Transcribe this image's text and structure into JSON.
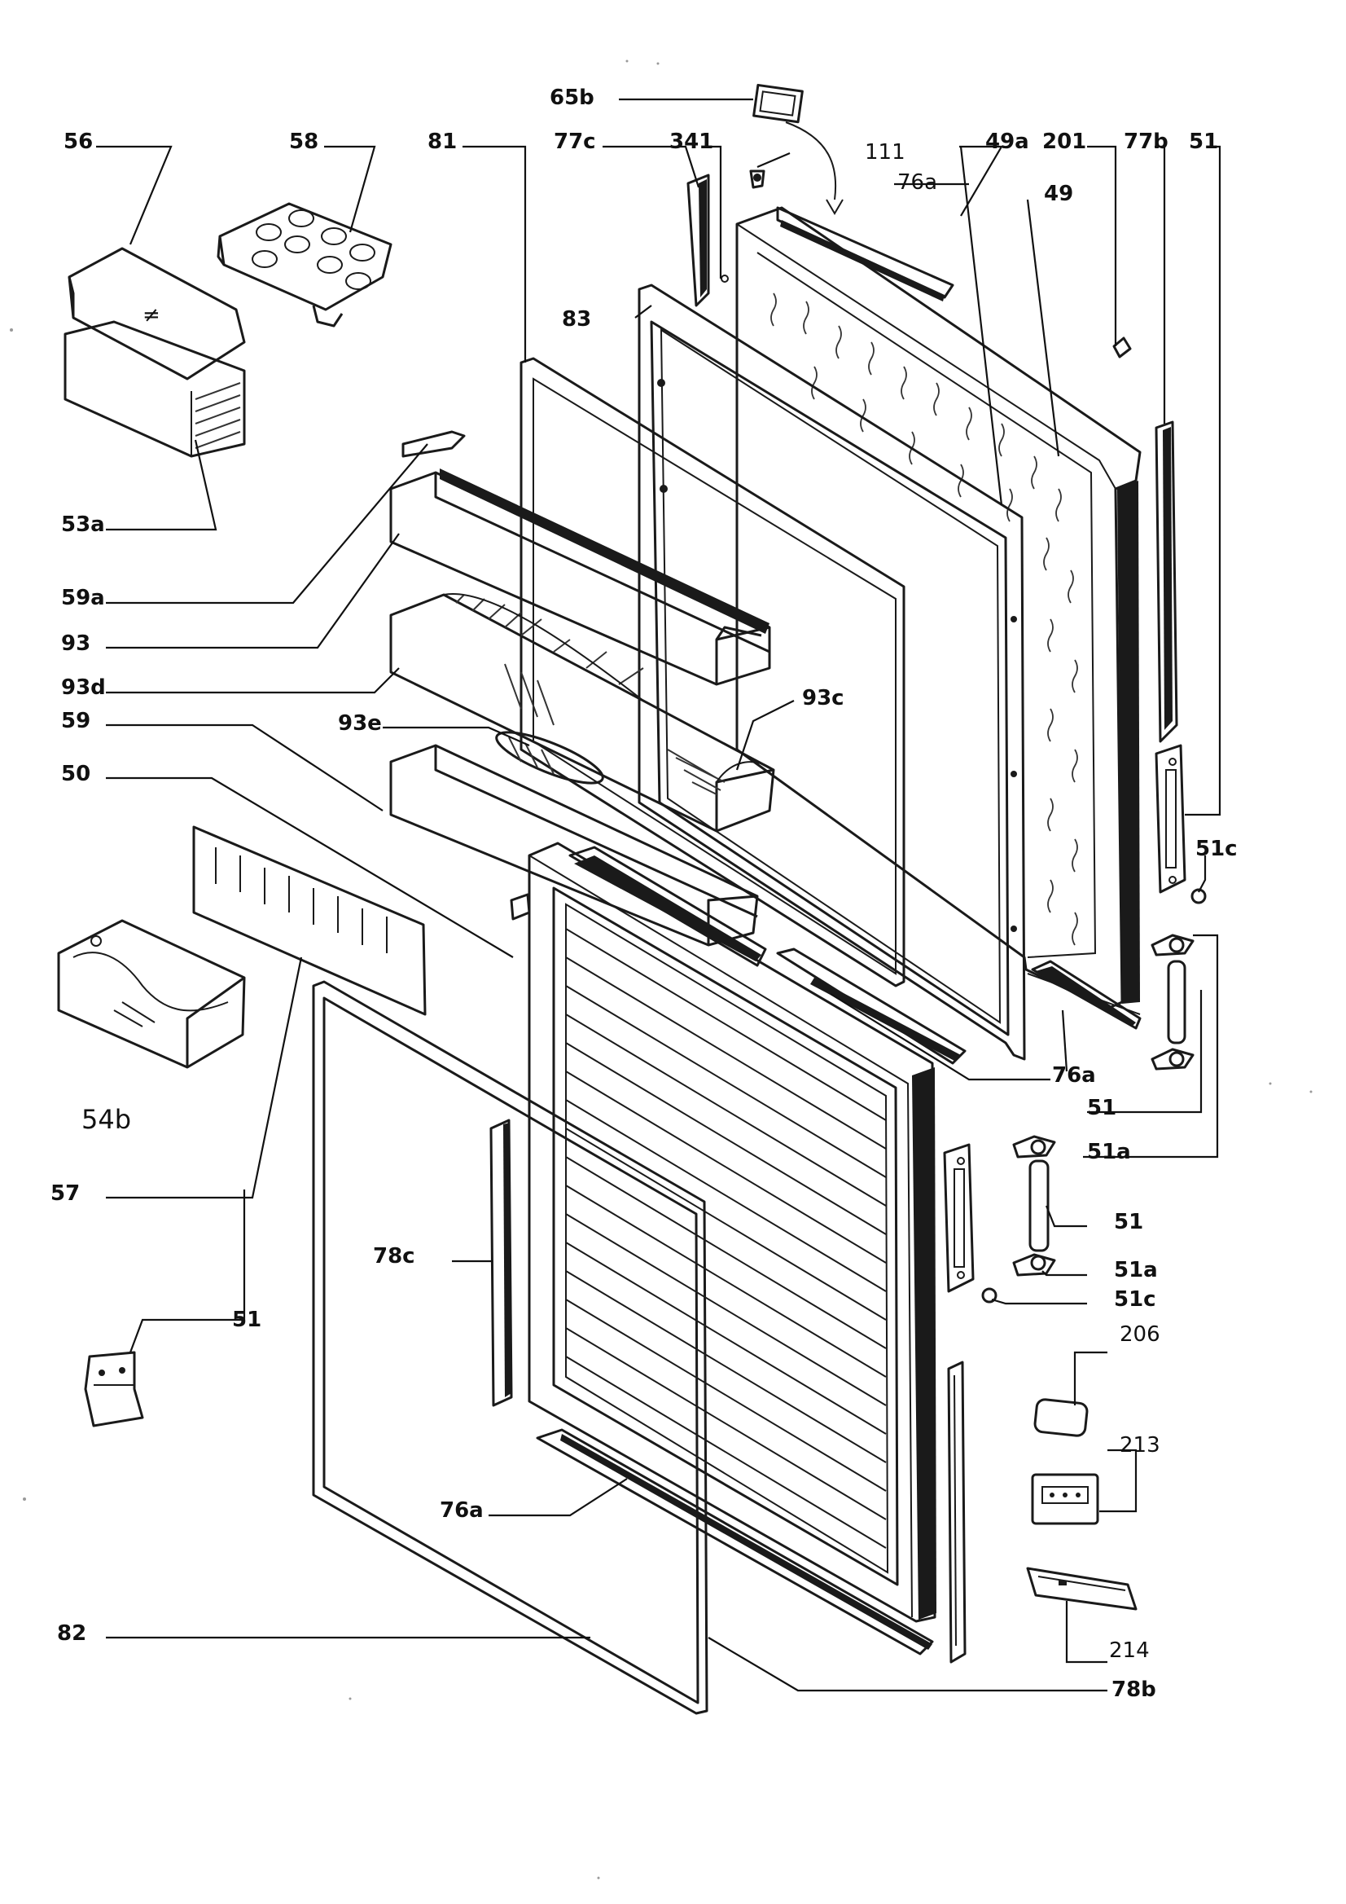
{
  "labels": {
    "l56": "56",
    "l58": "58",
    "l81": "81",
    "l77c": "77c",
    "l341": "341",
    "l65b": "65b",
    "l111": "111",
    "l76a_top": "76a",
    "l49a": "49a",
    "l201": "201",
    "l77b": "77b",
    "l51_top": "51",
    "l49": "49",
    "l83": "83",
    "l53a": "53a",
    "l59a": "59a",
    "l93": "93",
    "l93d": "93d",
    "l93c": "93c",
    "l93e": "93e",
    "l59": "59",
    "l50": "50",
    "l51c_top": "51c",
    "l76a_mid": "76a",
    "l51_mid": "51",
    "l51a_mid": "51a",
    "l54b": "54b",
    "l57": "57",
    "l78c": "78c",
    "l51_hinge": "51",
    "l51a_low": "51a",
    "l51c_low": "51c",
    "l51_left": "51",
    "l206": "206",
    "l213": "213",
    "l76a_low": "76a",
    "l214": "214",
    "l82": "82",
    "l78b": "78b"
  }
}
